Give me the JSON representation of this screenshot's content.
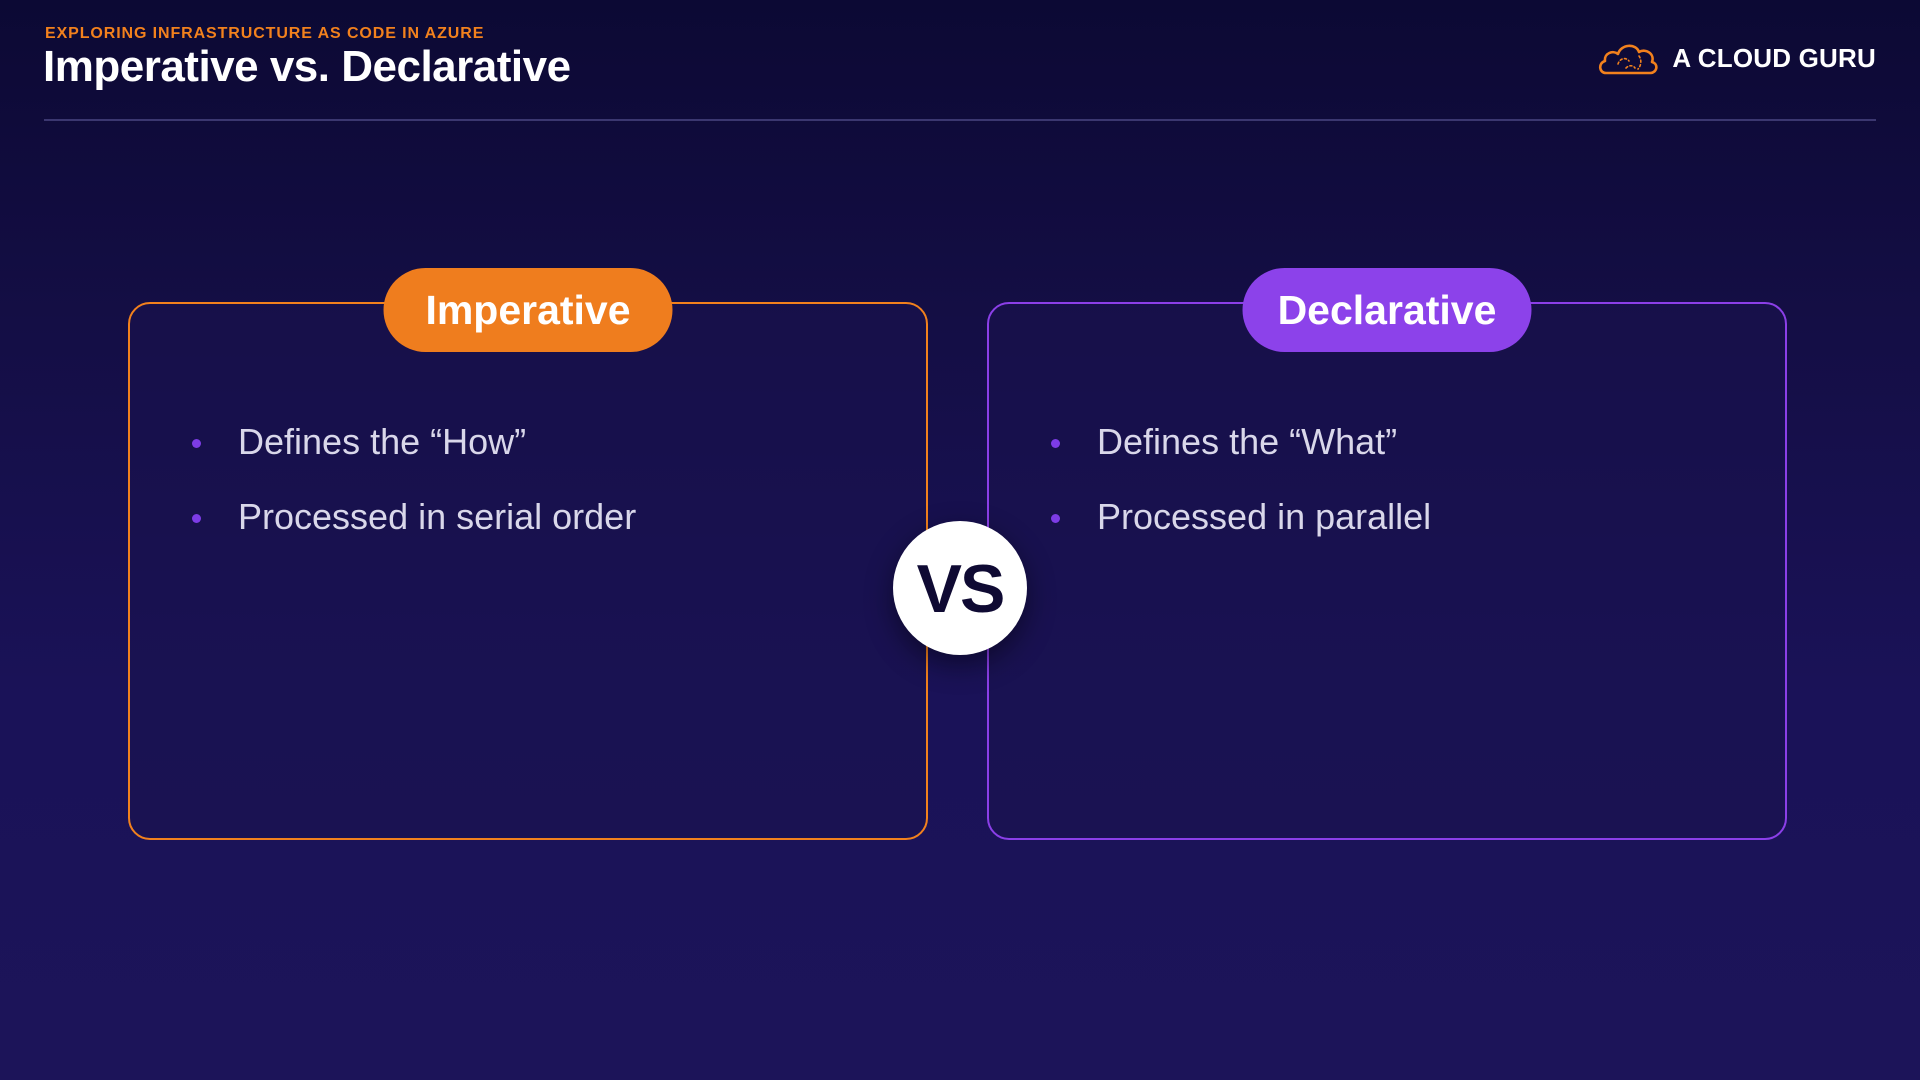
{
  "header": {
    "eyebrow": "EXPLORING INFRASTRUCTURE AS CODE IN AZURE",
    "title": "Imperative vs. Declarative",
    "brand_name": "A CLOUD GURU",
    "brand_icon": "cloud-logo-icon"
  },
  "colors": {
    "accent_orange": "#f2811d",
    "accent_purple": "#8b3fe8",
    "background": "#140e45"
  },
  "comparison": {
    "left": {
      "label": "Imperative",
      "items": [
        "Defines the “How”",
        "Processed in serial order"
      ]
    },
    "right": {
      "label": "Declarative",
      "items": [
        "Defines the “What”",
        "Processed in parallel"
      ]
    },
    "vs_label": "VS"
  }
}
